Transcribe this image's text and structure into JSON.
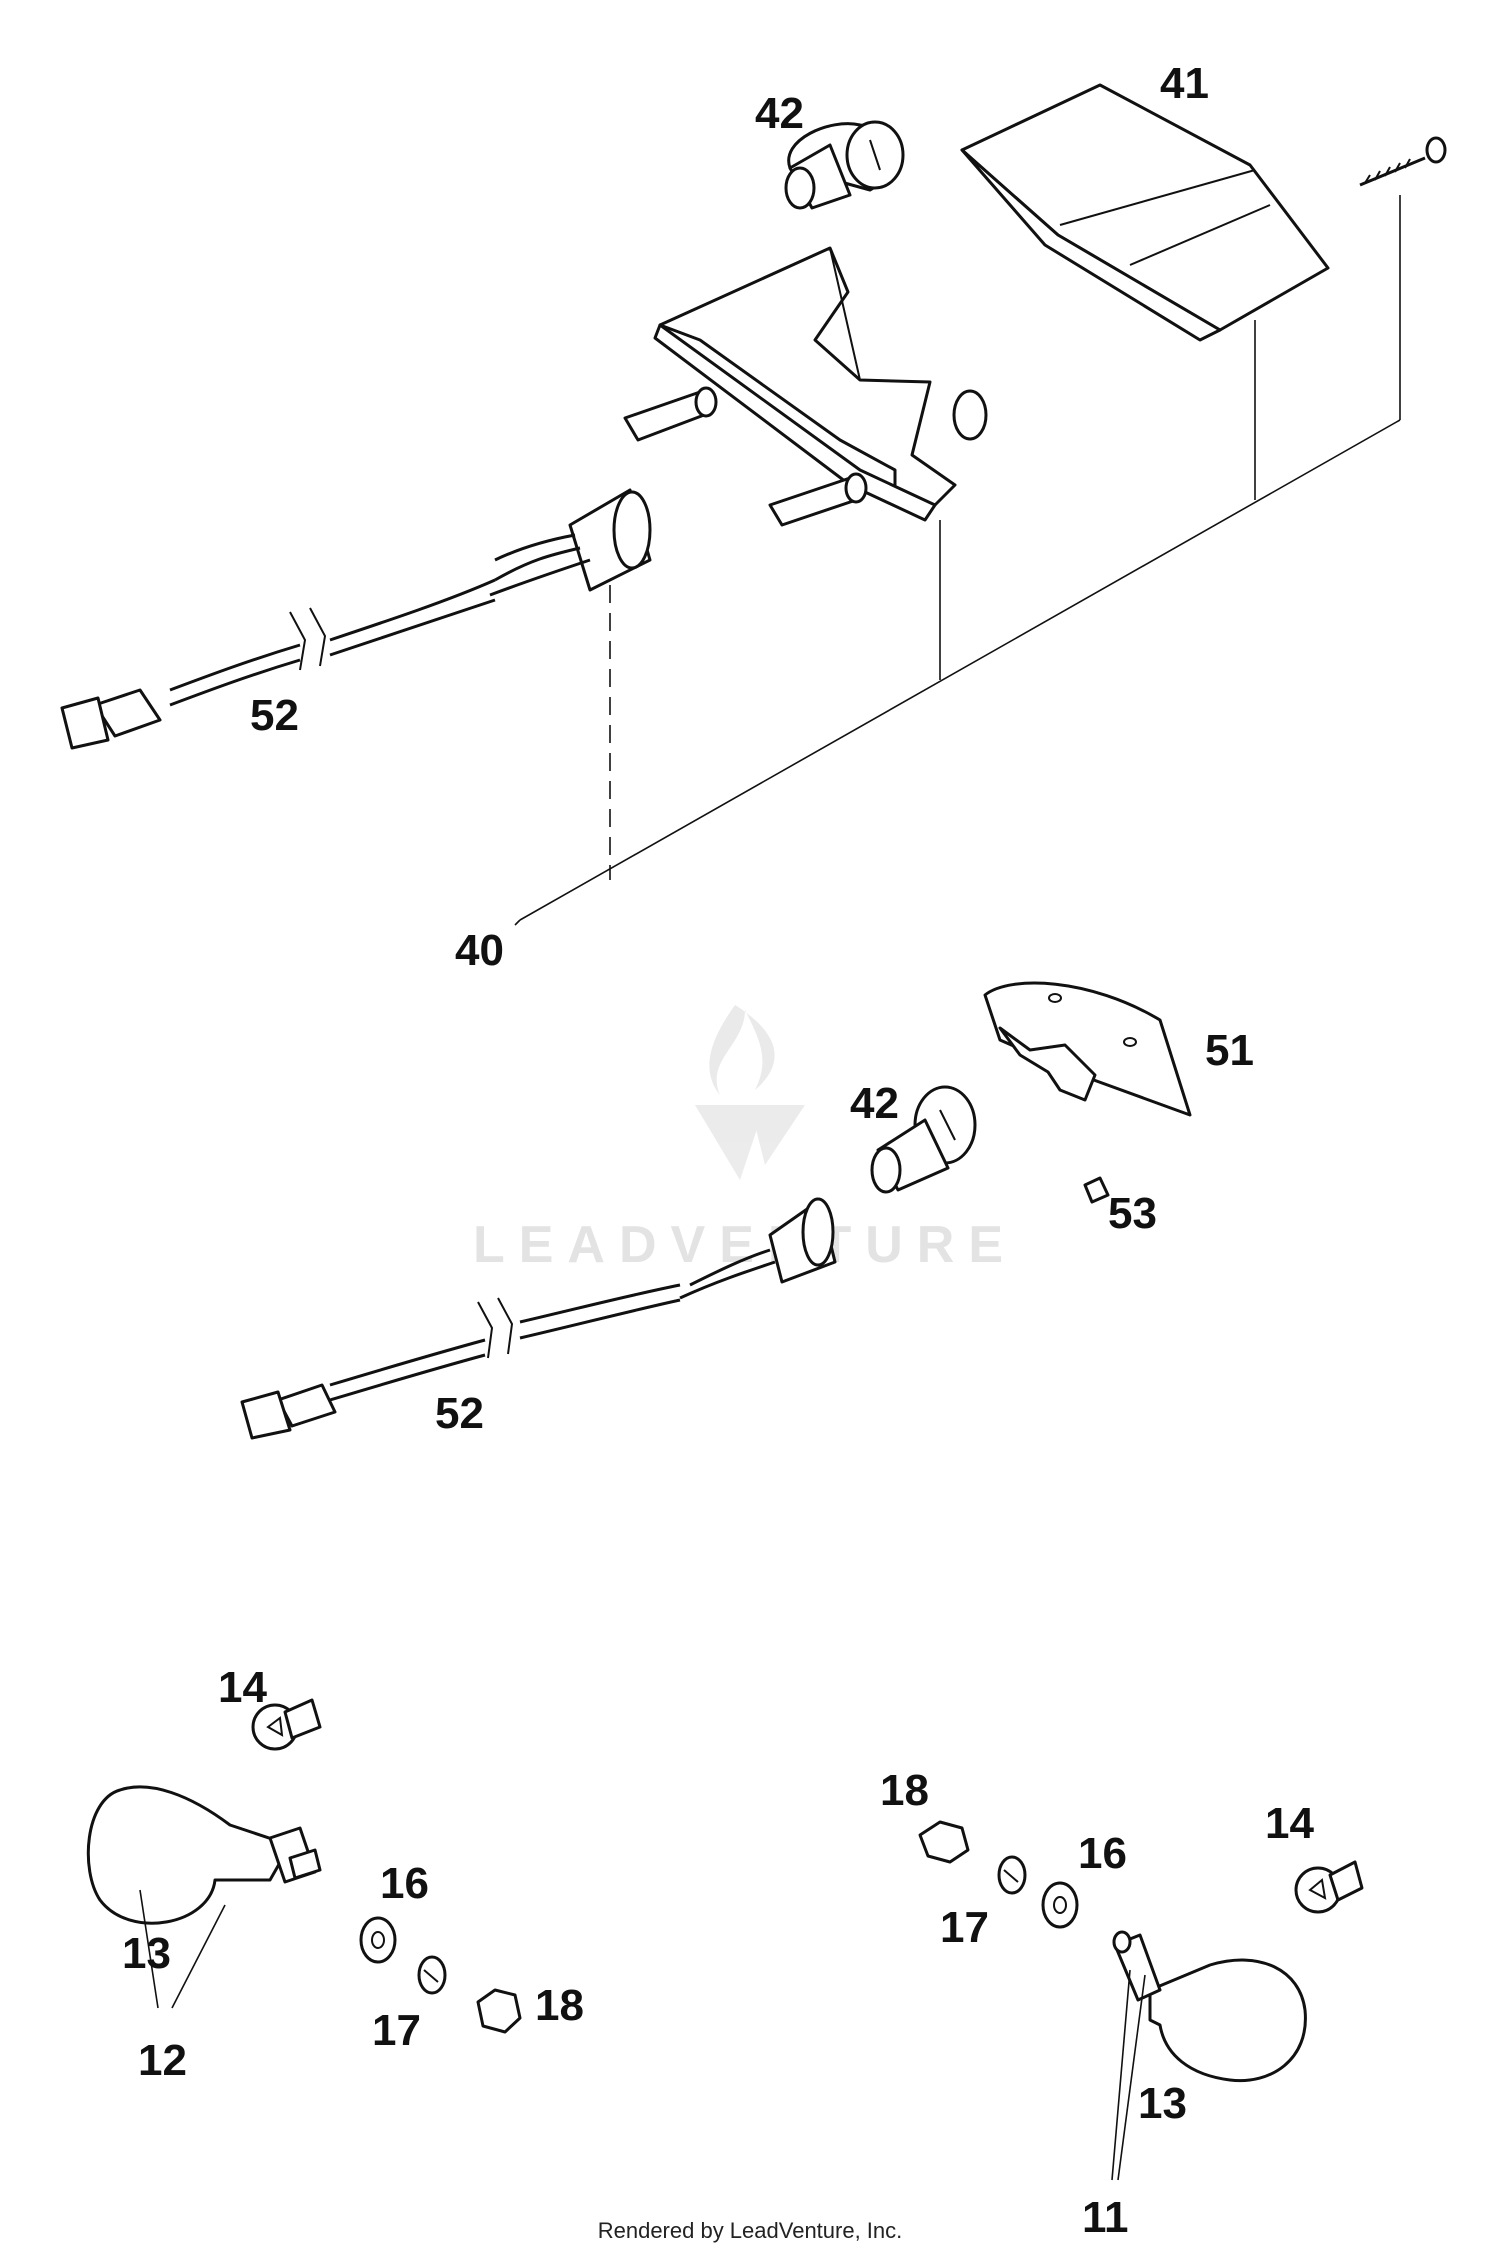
{
  "watermark": {
    "text": "LEADVENTURE"
  },
  "footer": {
    "text": "Rendered by LeadVenture, Inc."
  },
  "callouts": {
    "c41": "41",
    "c42_top": "42",
    "c52_top": "52",
    "c40": "40",
    "c51": "51",
    "c42_mid": "42",
    "c53": "53",
    "c52_mid": "52",
    "c14_left": "14",
    "c16_left": "16",
    "c13_left": "13",
    "c12": "12",
    "c17_left": "17",
    "c18_left": "18",
    "c18_right": "18",
    "c16_right": "16",
    "c14_right": "14",
    "c17_right": "17",
    "c13_right": "13",
    "c11": "11"
  }
}
